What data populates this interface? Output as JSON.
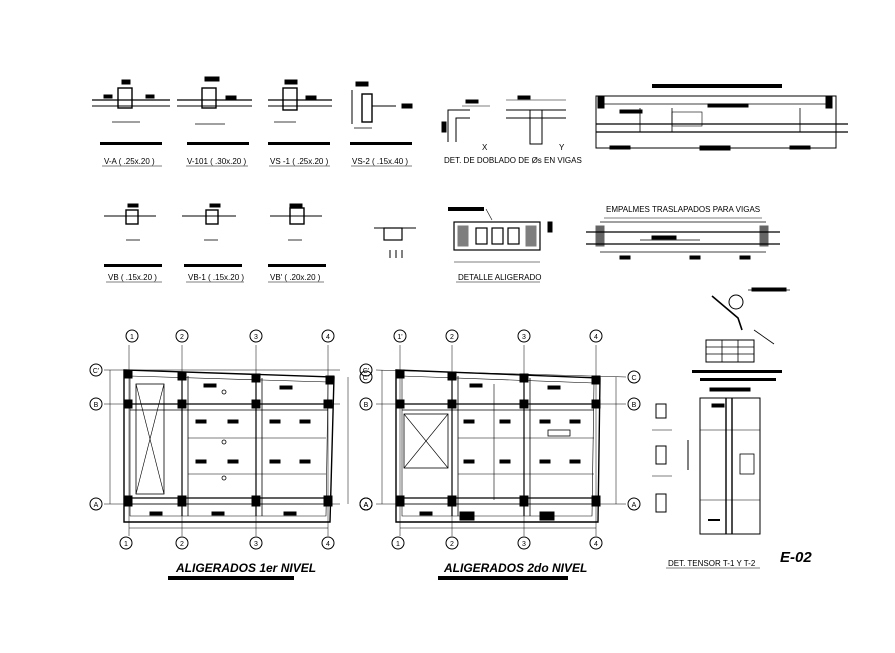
{
  "beam_sections_row1": [
    "V-A  ( .25x.20 )",
    "V-101  ( .30x.20 )",
    "VS -1  ( .25x.20 )",
    "VS-2  ( .15x.40 )"
  ],
  "beam_sections_row2": [
    "VB  ( .15x.20 )",
    "VB-1  ( .15x.20 )",
    "VB'  ( .20x.20 )"
  ],
  "bend_detail": {
    "title": "DET. DE DOBLADO DE Øs EN VIGAS",
    "x_label": "X",
    "y_label": "Y"
  },
  "aligerado_detail": {
    "title": "DETALLE ALIGERADO"
  },
  "splice_detail": {
    "title": "EMPALMES TRASLAPADOS PARA VIGAS"
  },
  "tensor_detail": {
    "title": "DET. TENSOR  T-1 Y T-2"
  },
  "sheet_number": "E-02",
  "plan1": {
    "title": "ALIGERADOS 1er NIVEL",
    "top_axes": [
      "1",
      "2",
      "3",
      "4"
    ],
    "bottom_axes": [
      "1",
      "2",
      "3",
      "4"
    ],
    "left_axes": [
      "C'",
      "B",
      "A"
    ]
  },
  "plan2": {
    "title": "ALIGERADOS 2do NIVEL",
    "top_axes": [
      "1'",
      "2",
      "3",
      "4"
    ],
    "bottom_axes": [
      "1",
      "2",
      "3",
      "4"
    ],
    "left_axes": [
      "C'",
      "B",
      "A"
    ],
    "right_axes": [
      "C",
      "B",
      "A"
    ]
  }
}
